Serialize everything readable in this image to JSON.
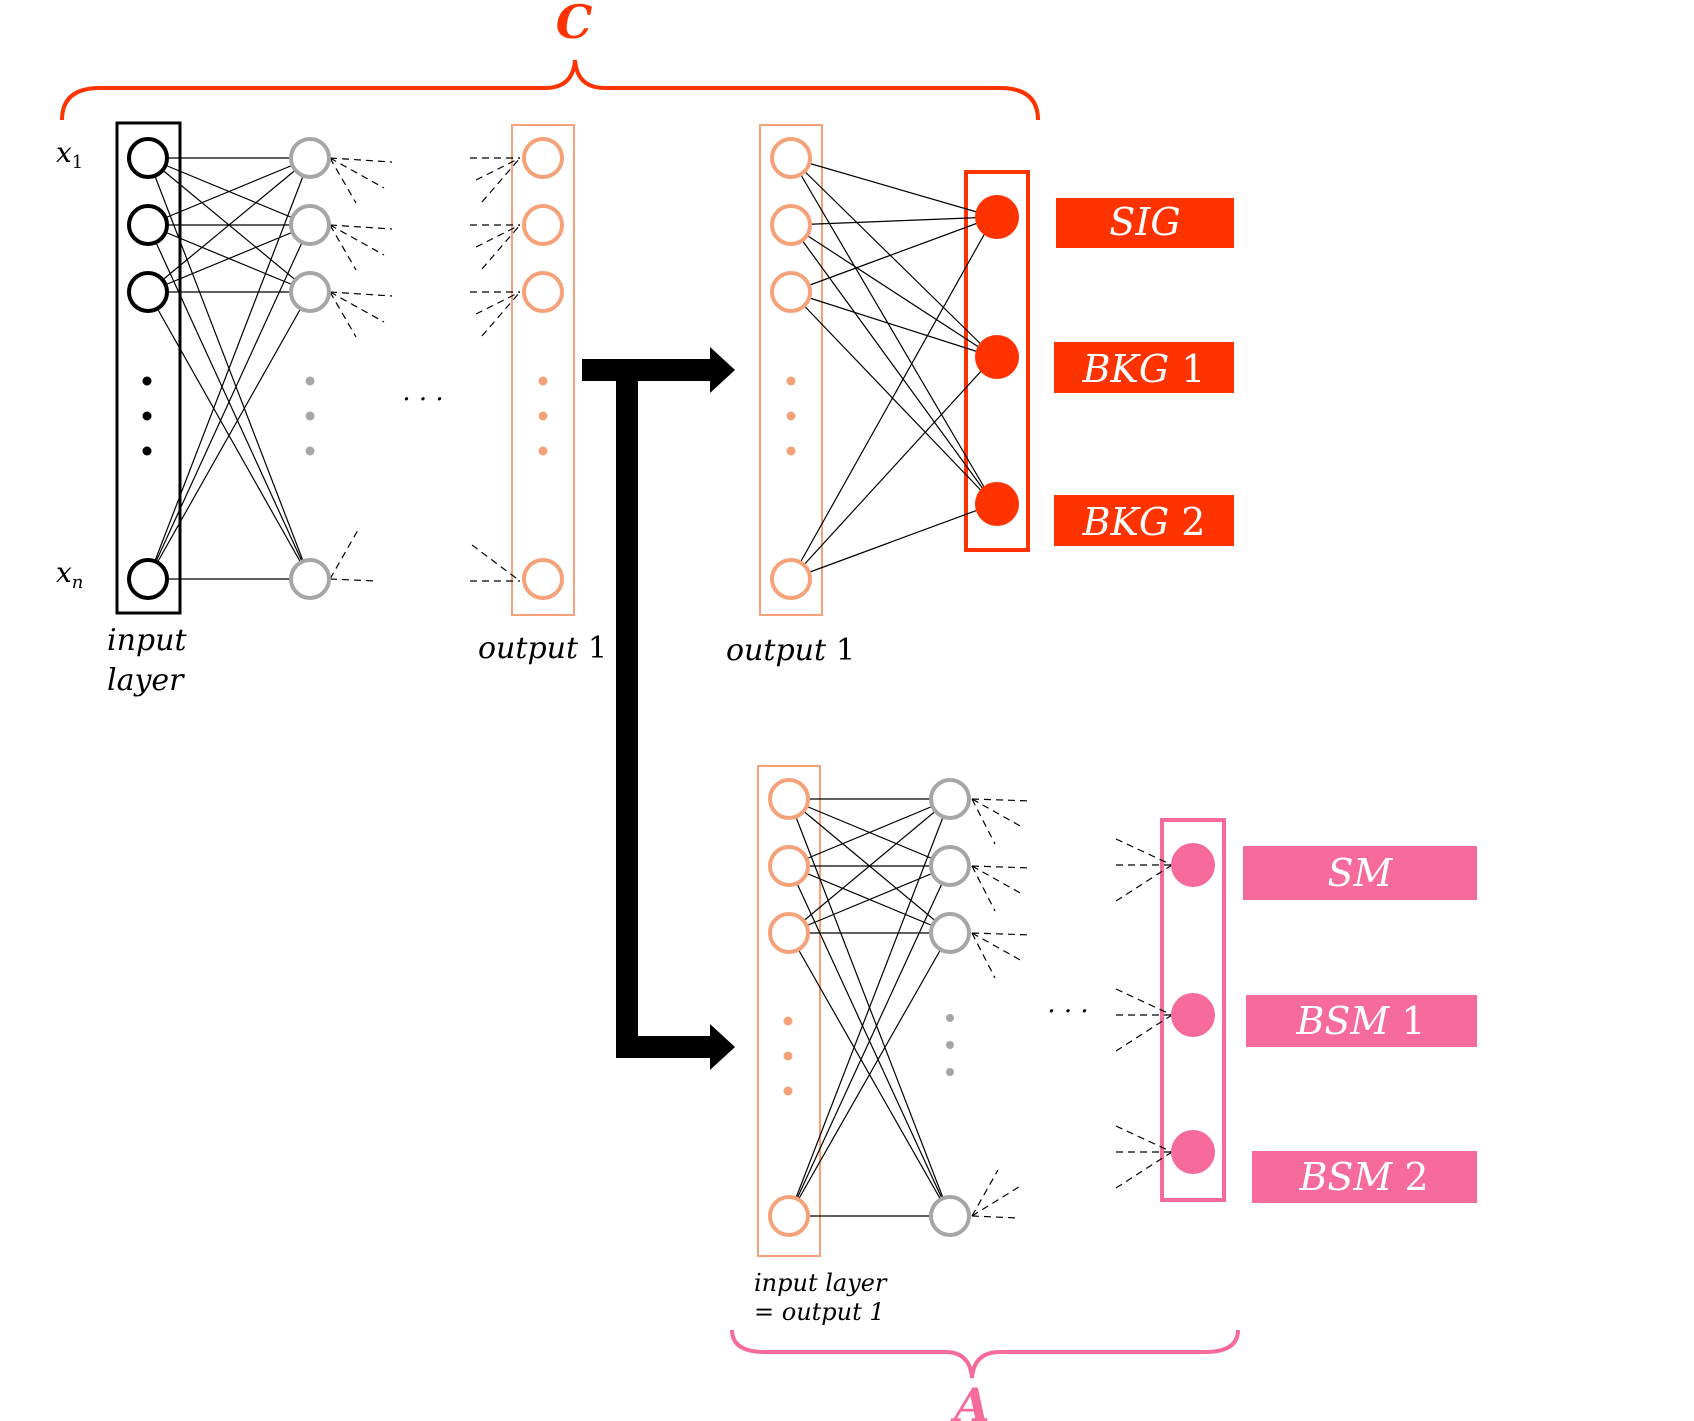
{
  "brackets": {
    "classifier_label": "C",
    "adversary_label": "A"
  },
  "labels": {
    "x1_base": "x",
    "x1_sub": "1",
    "xn_base": "x",
    "xn_sub": "n",
    "input_layer_line1": "input",
    "input_layer_line2": "layer",
    "output1_left_word": "output",
    "output1_left_num": "1",
    "output1_mid_word": "output",
    "output1_mid_num": "1",
    "adv_input_line1": "input layer",
    "adv_input_line2": "= output 1",
    "ellipsis_top": "· · ·",
    "ellipsis_bottom": "· · ·"
  },
  "classifier_outputs": [
    {
      "word": "SIG",
      "num": ""
    },
    {
      "word": "BKG",
      "num": "1"
    },
    {
      "word": "BKG",
      "num": "2"
    }
  ],
  "adversary_outputs": [
    {
      "word": "SM",
      "num": ""
    },
    {
      "word": "BSM",
      "num": "1"
    },
    {
      "word": "BSM",
      "num": "2"
    }
  ],
  "colors": {
    "classifier": "#ff3300",
    "adversary": "#f66b9c",
    "intermediate": "#f5a27a",
    "hidden": "#a6a6a6",
    "input": "#000000"
  }
}
